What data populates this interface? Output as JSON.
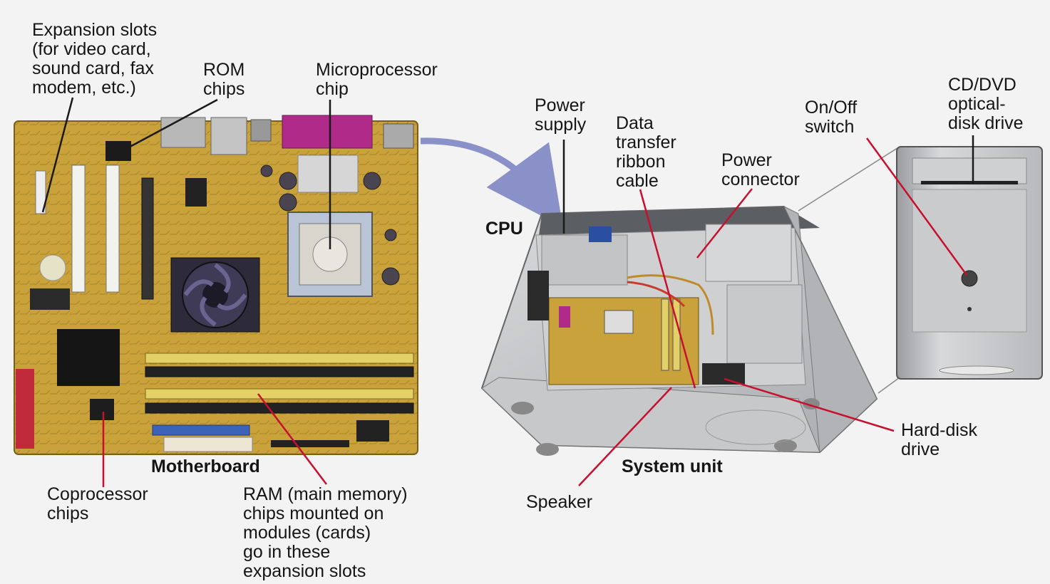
{
  "labels": {
    "expansion_slots": "Expansion slots\n(for video card,\nsound card, fax\nmodem, etc.)",
    "rom_chips": "ROM\nchips",
    "microprocessor_chip": "Microprocessor\nchip",
    "coprocessor_chips": "Coprocessor\nchips",
    "ram": "RAM (main memory)\nchips mounted on\nmodules (cards)\ngo in these\nexpansion slots",
    "power_supply": "Power\nsupply",
    "data_transfer_ribbon_cable": "Data\ntransfer\nribbon\ncable",
    "power_connector": "Power\nconnector",
    "on_off_switch": "On/Off\nswitch",
    "cd_dvd_drive": "CD/DVD\noptical-\ndisk drive",
    "hard_disk_drive": "Hard-disk\ndrive",
    "speaker": "Speaker"
  },
  "captions": {
    "motherboard": "Motherboard",
    "system_unit": "System unit",
    "cpu": "CPU"
  },
  "colors": {
    "leader_black": "#1a1a1a",
    "leader_red": "#c8102e",
    "board": "#c9a23c",
    "arrow": "#8a90c8"
  }
}
